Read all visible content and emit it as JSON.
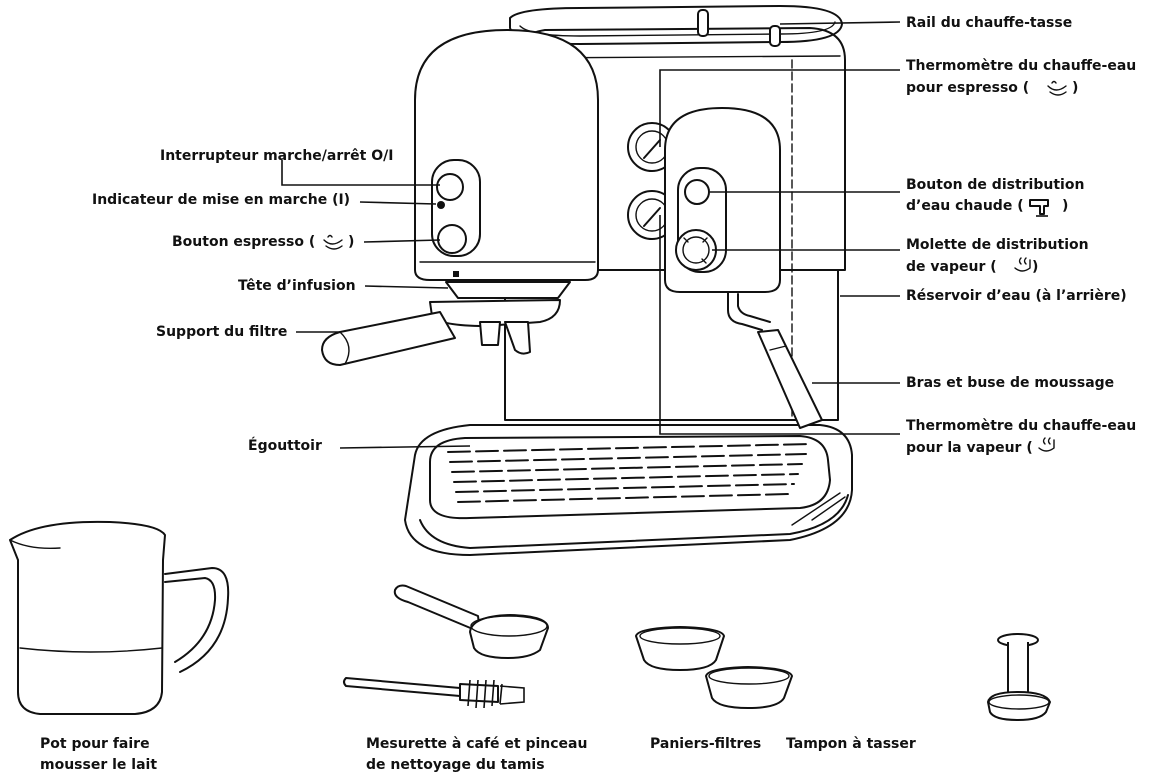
{
  "labels": {
    "rail": "Rail du chauffe-tasse",
    "thermo_espresso_1": "Thermomètre du chauffe-eau",
    "thermo_espresso_2": "pour espresso (",
    "interrupteur": "Interrupteur marche/arrêt O/I",
    "indicateur": "Indicateur de mise en marche (I)",
    "bouton_espresso": "Bouton espresso (",
    "bouton_eau_1": "Bouton de distribution",
    "bouton_eau_2": "d’eau chaude (",
    "molette_1": "Molette de distribution",
    "molette_2": "de vapeur (",
    "tete": "Tête d’infusion",
    "reservoir": "Réservoir d’eau (à l’arrière)",
    "support": "Support du filtre",
    "bras": "Bras et buse de moussage",
    "thermo_vapeur_1": "Thermomètre du chauffe-eau",
    "thermo_vapeur_2": "pour la vapeur (",
    "egouttoir": "Égouttoir",
    "pot_1": "Pot pour faire",
    "pot_2": "mousser le lait",
    "mesurette_1": "Mesurette à café et pinceau",
    "mesurette_2": "de nettoyage du tamis",
    "paniers": "Paniers-filtres",
    "tampon": "Tampon à tasser",
    "close_paren": ")"
  },
  "icons": {
    "espresso": "espresso-cup-icon",
    "hot_water": "hot-water-icon",
    "steam": "steam-icon"
  }
}
